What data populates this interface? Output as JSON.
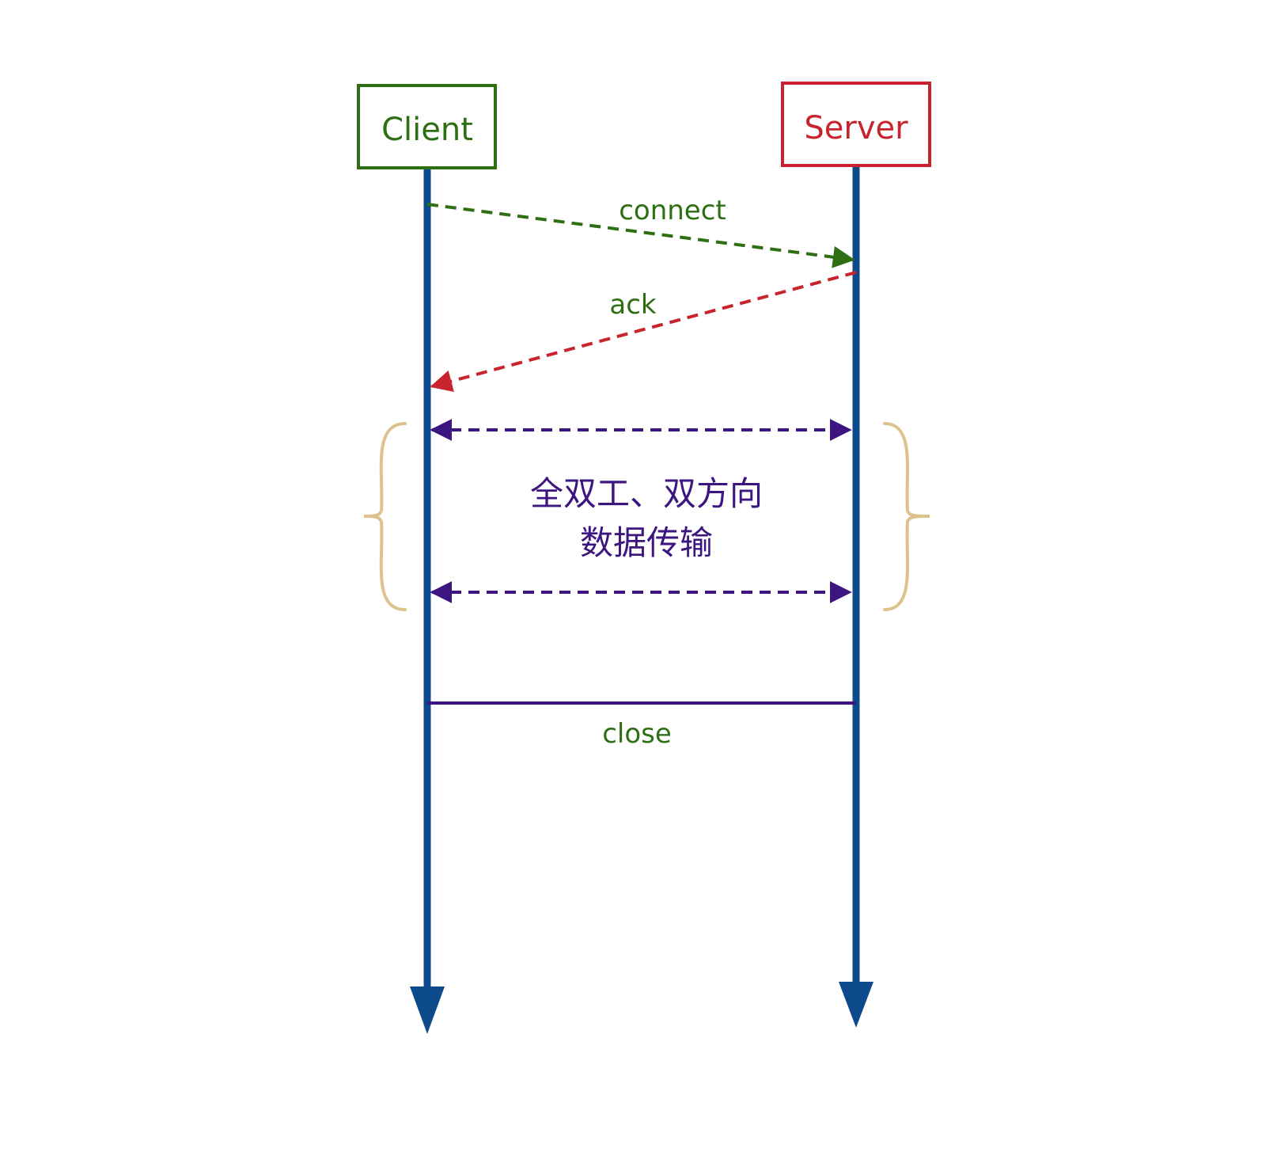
{
  "client": {
    "label": "Client"
  },
  "server": {
    "label": "Server"
  },
  "messages": {
    "connect": "connect",
    "ack": "ack",
    "close": "close"
  },
  "duplex": {
    "line1": "全双工、双方向",
    "line2": "数据传输"
  },
  "colors": {
    "client": "#2f6f14",
    "server": "#c8242e",
    "lifeline": "#0d4a8c",
    "duplex": "#3d1580",
    "brace": "#dcc38d",
    "message_text": "#2f6f14"
  }
}
